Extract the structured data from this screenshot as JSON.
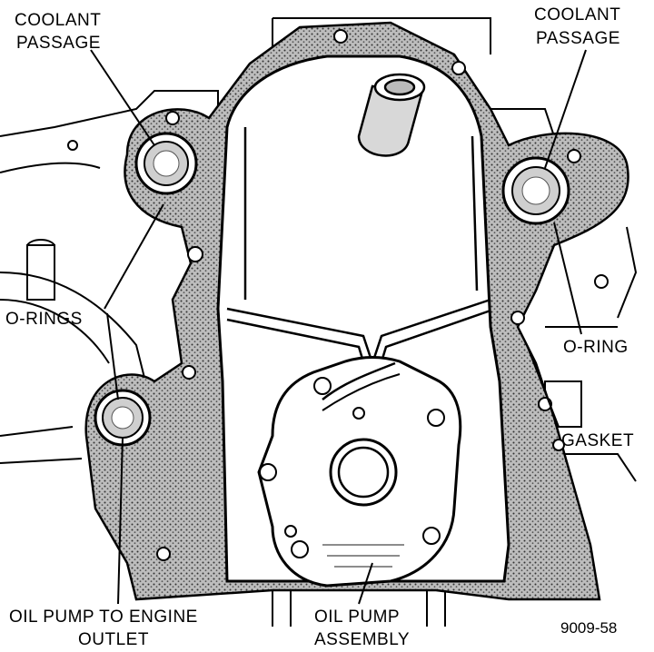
{
  "labels": {
    "coolant_left_1": "COOLANT",
    "coolant_left_2": "PASSAGE",
    "coolant_right_1": "COOLANT",
    "coolant_right_2": "PASSAGE",
    "o_rings": "O-RINGS",
    "o_ring": "O-RING",
    "gasket": "GASKET",
    "oil_outlet_1": "OIL PUMP TO ENGINE",
    "oil_outlet_2": "OUTLET",
    "oil_pump_1": "OIL PUMP",
    "oil_pump_2": "ASSEMBLY",
    "figure_id": "9009-58"
  },
  "colors": {
    "ink": "#000000",
    "paper": "#ffffff",
    "gasket_fill": "#9a9a9a"
  }
}
